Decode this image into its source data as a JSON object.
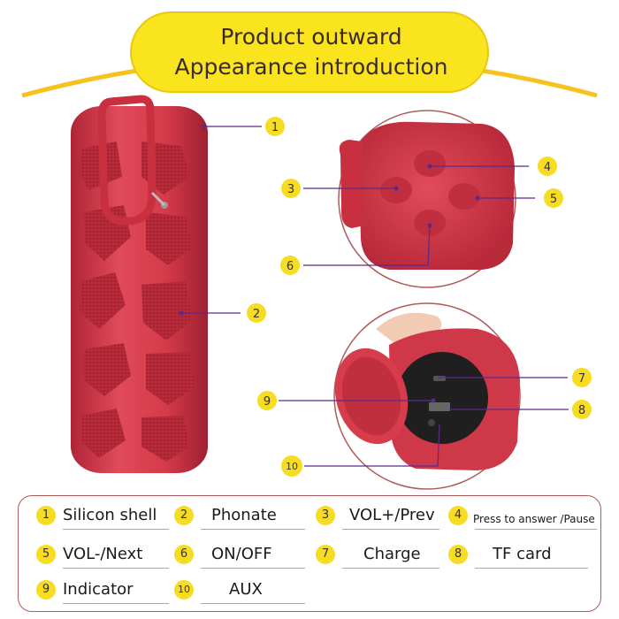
{
  "header": {
    "title_line1": "Product outward",
    "title_line2": "Appearance introduction"
  },
  "colors": {
    "speaker_red": "#d43a4a",
    "speaker_dark": "#a82333",
    "badge_yellow": "#f6dc22",
    "header_yellow": "#f9e41e",
    "pointer_purple": "#5a2a8a",
    "circle_border": "#b05a5a"
  },
  "callouts": {
    "c1": "1",
    "c2": "2",
    "c3": "3",
    "c4": "4",
    "c5": "5",
    "c6": "6",
    "c7": "7",
    "c8": "8",
    "c9": "9",
    "c10": "10"
  },
  "legend": {
    "items": [
      {
        "num": "1",
        "label": "Silicon shell"
      },
      {
        "num": "2",
        "label": "Phonate"
      },
      {
        "num": "3",
        "label": "VOL+/Prev"
      },
      {
        "num": "4",
        "label": "Press to answer /Pause"
      },
      {
        "num": "5",
        "label": "VOL-/Next"
      },
      {
        "num": "6",
        "label": "ON/OFF"
      },
      {
        "num": "7",
        "label": "Charge"
      },
      {
        "num": "8",
        "label": "TF card"
      },
      {
        "num": "9",
        "label": "Indicator"
      },
      {
        "num": "10",
        "label": "AUX"
      }
    ]
  }
}
